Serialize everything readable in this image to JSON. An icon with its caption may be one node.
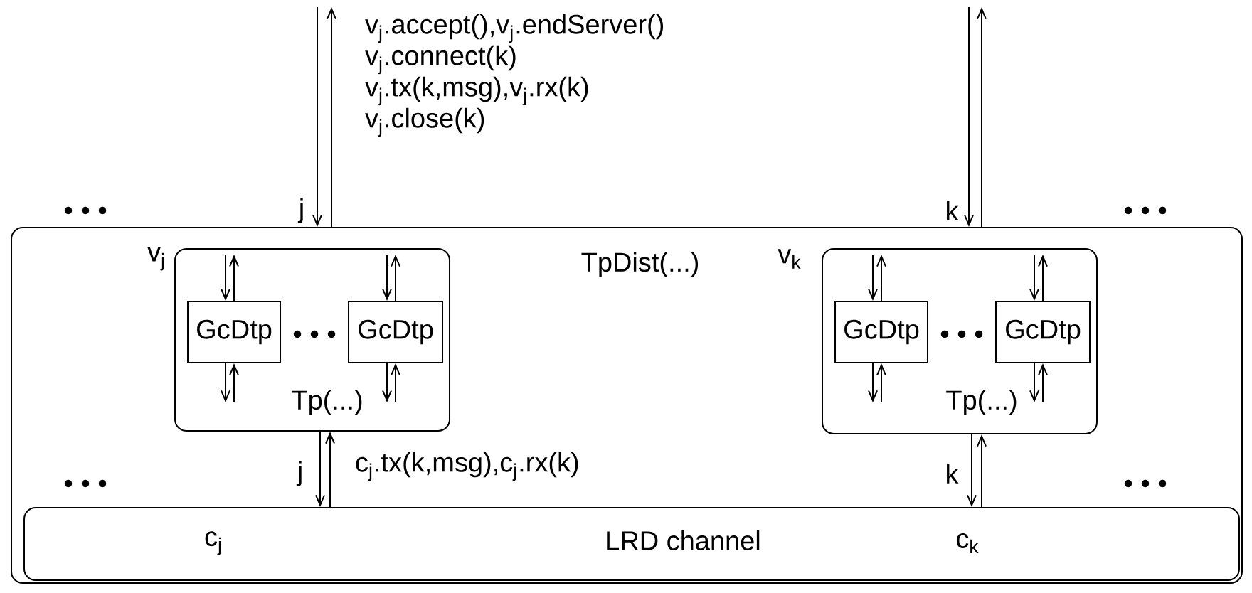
{
  "diagram": {
    "nodes": [
      {
        "text": [
          "TpDist(...)"
        ]
      },
      {
        "text": [
          "Tp(...)"
        ],
        "beside": [
          "v$_{j}$"
        ],
        "in": 0
      },
      {
        "text": [
          "GcDtp"
        ],
        "in": 1
      },
      {
        "text": [
          "GcDtp"
        ],
        "in": 1
      },
      {
        "text": [
          "Tp(...)"
        ],
        "beside": [
          "v$_{k}$"
        ],
        "in": 0
      },
      {
        "text": [
          "GcDtp"
        ],
        "in": 4
      },
      {
        "text": [
          "GcDtp"
        ],
        "in": 4
      },
      {
        "text": [
          "c$_{j}$",
          "LRD channel",
          "c$_{k}$"
        ],
        "in": 0
      }
    ],
    "edges": [
      {
        "from": null,
        "to": 0,
        "arrow": "to",
        "label": "j"
      },
      {
        "from": 0,
        "to": null,
        "arrow": "to"
      },
      {
        "from": null,
        "to": 0,
        "arrow": "to",
        "label": "k"
      },
      {
        "from": 0,
        "to": null,
        "arrow": "to"
      },
      {
        "from": 1,
        "to": 7,
        "arrow": "to",
        "label": "j"
      },
      {
        "from": 7,
        "to": 1,
        "arrow": "to"
      },
      {
        "from": 4,
        "to": 7,
        "arrow": "to",
        "label": "k"
      },
      {
        "from": 7,
        "to": 4,
        "arrow": "to"
      },
      {
        "from": null,
        "to": 2,
        "arrow": "to"
      },
      {
        "from": 2,
        "to": null,
        "arrow": "to"
      },
      {
        "from": 2,
        "to": null,
        "arrow": "to"
      },
      {
        "from": null,
        "to": 2,
        "arrow": "to"
      },
      {
        "from": null,
        "to": 3,
        "arrow": "to"
      },
      {
        "from": 3,
        "to": null,
        "arrow": "to"
      },
      {
        "from": 3,
        "to": null,
        "arrow": "to"
      },
      {
        "from": null,
        "to": 3,
        "arrow": "to"
      },
      {
        "from": null,
        "to": 5,
        "arrow": "to"
      },
      {
        "from": 5,
        "to": null,
        "arrow": "to"
      },
      {
        "from": 5,
        "to": null,
        "arrow": "to"
      },
      {
        "from": null,
        "to": 5,
        "arrow": "to"
      },
      {
        "from": null,
        "to": 6,
        "arrow": "to"
      },
      {
        "from": 6,
        "to": null,
        "arrow": "to"
      },
      {
        "from": 6,
        "to": null,
        "arrow": "to"
      },
      {
        "from": null,
        "to": 6,
        "arrow": "to"
      }
    ],
    "labels": [
      "v$_{j}$.accept(),v$_{j}$.endServer()",
      "v$_{j}$.connect(k)",
      "v$_{j}$.tx(k,msg),v$_{j}$.rx(k)",
      "v$_{j}$.close(k)",
      "c$_{j}$.tx(k,msg),c$_{j}$.rx(k)"
    ]
  }
}
